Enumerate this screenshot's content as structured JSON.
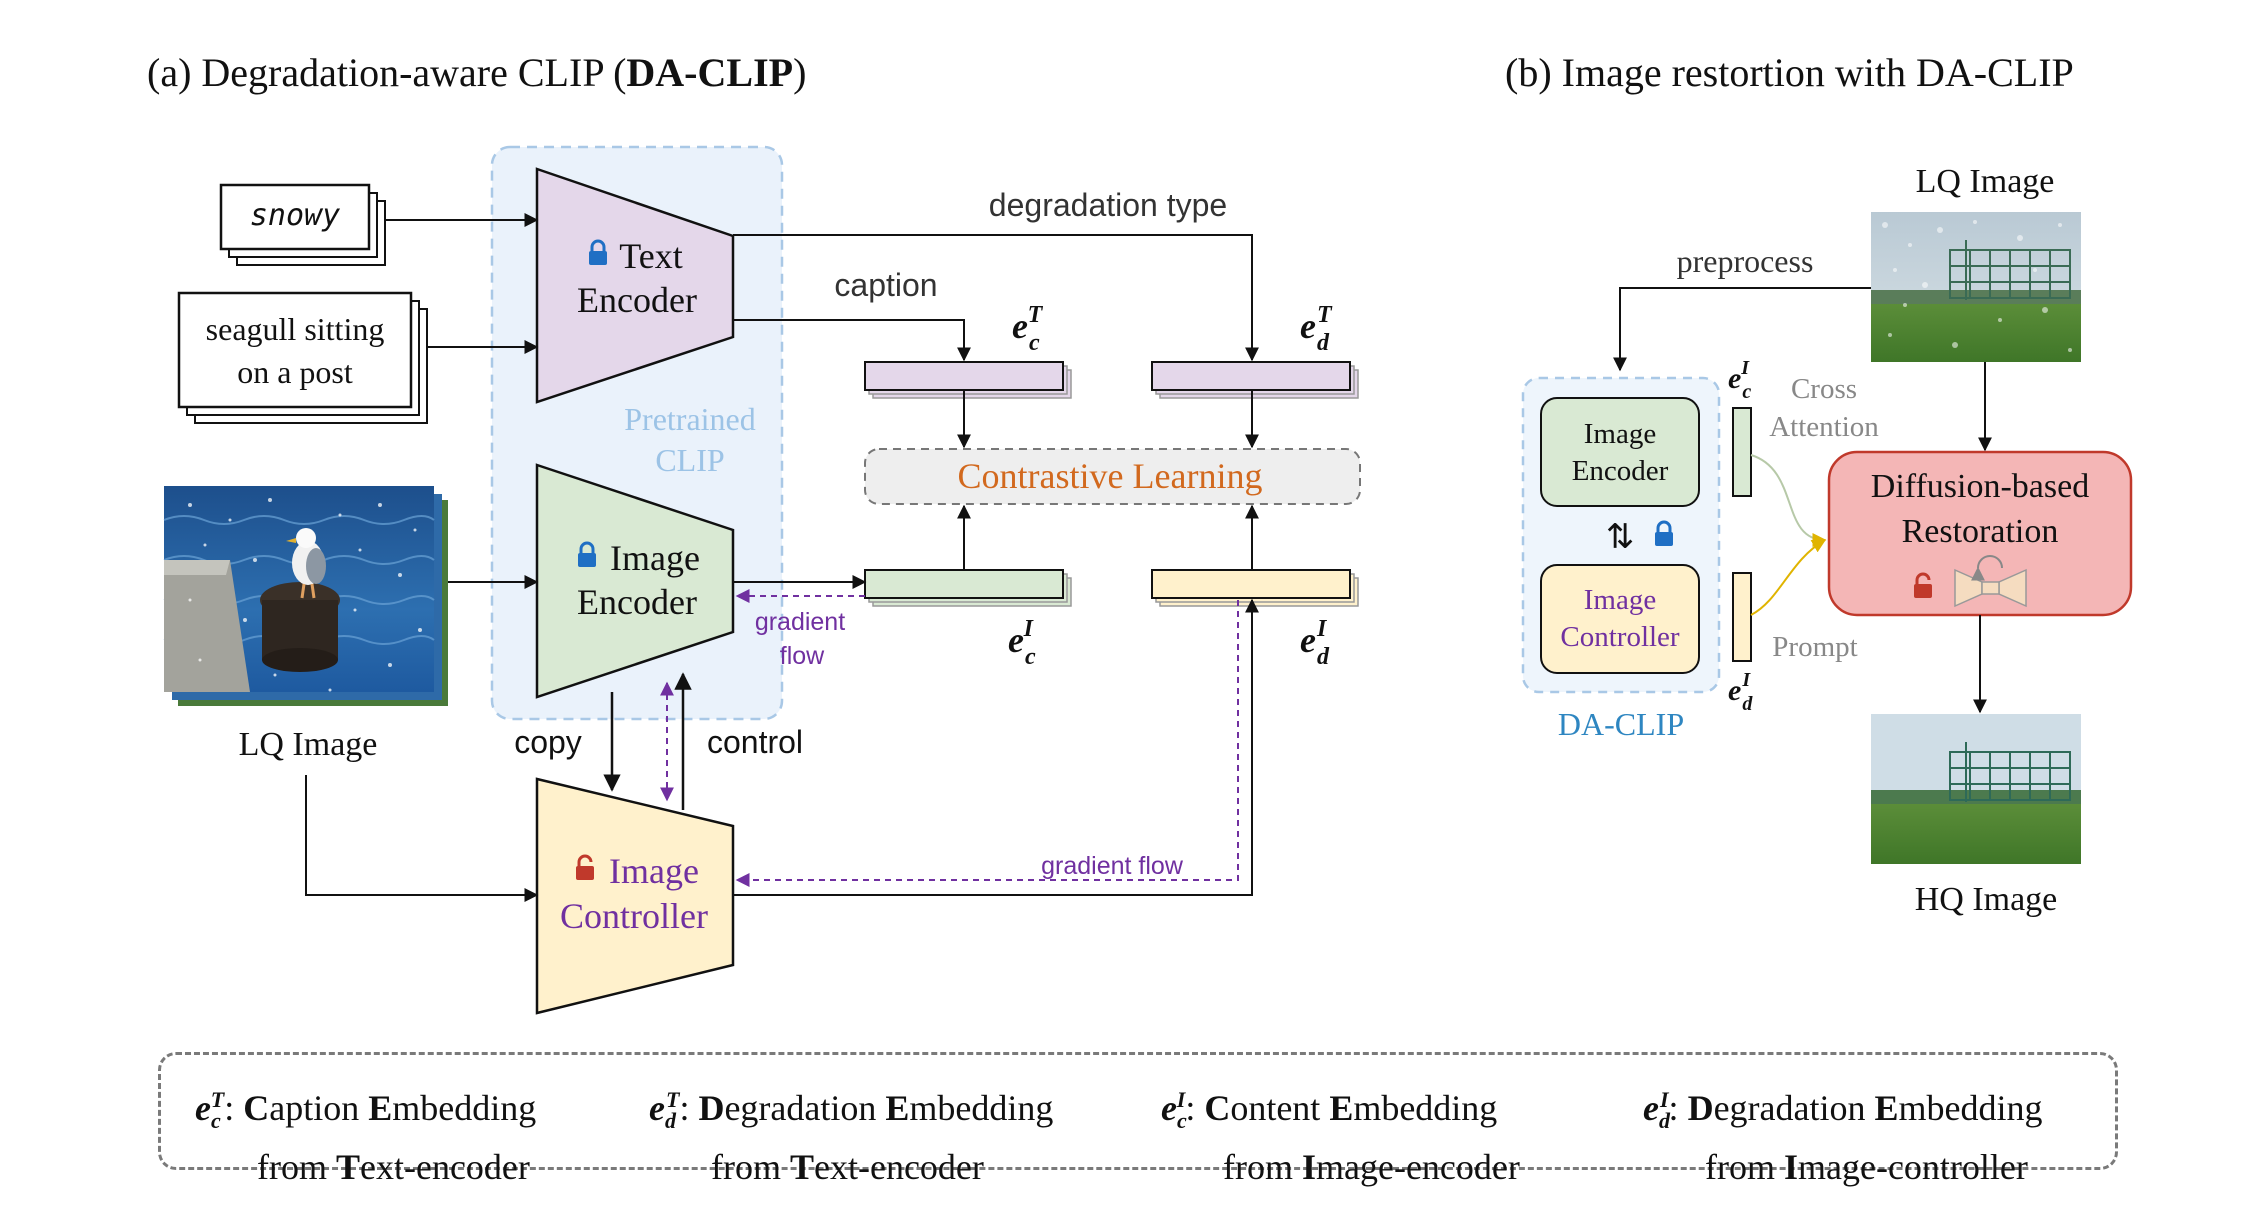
{
  "panel_a": {
    "title_prefix": "(a) Degradation-aware CLIP (",
    "title_bold": "DA-CLIP",
    "title_suffix": ")",
    "input_degradation_text": "snowy",
    "input_caption_text_line1": "seagull sitting",
    "input_caption_text_line2": "on a post",
    "input_image_label": "LQ Image",
    "pretrained_label_line1": "Pretrained",
    "pretrained_label_line2": "CLIP",
    "text_encoder_line1": "Text",
    "text_encoder_line2": "Encoder",
    "image_encoder_line1": "Image",
    "image_encoder_line2": "Encoder",
    "image_controller_line1": "Image",
    "image_controller_line2": "Controller",
    "degradation_type_label": "degradation type",
    "caption_label": "caption",
    "contrastive_label": "Contrastive Learning",
    "gradient_flow_label_1_line1": "gradient",
    "gradient_flow_label_1_line2": "flow",
    "gradient_flow_label_2": "gradient flow",
    "copy_label": "copy",
    "control_label": "control",
    "embedding_e": "e",
    "sub_c": "c",
    "sub_d": "d",
    "sup_T": "T",
    "sup_I": "I"
  },
  "panel_b": {
    "title": "(b) Image restortion with DA-CLIP",
    "lq_image_label": "LQ Image",
    "hq_image_label": "HQ Image",
    "preprocess_label": "preprocess",
    "image_encoder_line1": "Image",
    "image_encoder_line2": "Encoder",
    "image_controller_line1": "Image",
    "image_controller_line2": "Controller",
    "daclip_label": "DA-CLIP",
    "cross_attention_line1": "Cross",
    "cross_attention_line2": "Attention",
    "prompt_label": "Prompt",
    "restoration_line1": "Diffusion-based",
    "restoration_line2": "Restoration",
    "swap_symbol": "⇅"
  },
  "legend": [
    {
      "sub": "c",
      "sup": "T",
      "line1_bold": "C",
      "line1_rest": "aption ",
      "line1_bold2": "E",
      "line1_rest2": "mbedding",
      "line2_pre": "from ",
      "line2_bold": "T",
      "line2_rest": "ext-encoder"
    },
    {
      "sub": "d",
      "sup": "T",
      "line1_bold": "D",
      "line1_rest": "egradation ",
      "line1_bold2": "E",
      "line1_rest2": "mbedding",
      "line2_pre": "from ",
      "line2_bold": "T",
      "line2_rest": "ext-encoder"
    },
    {
      "sub": "c",
      "sup": "I",
      "line1_bold": "C",
      "line1_rest": "ontent ",
      "line1_bold2": "E",
      "line1_rest2": "mbedding",
      "line2_pre": "from ",
      "line2_bold": "I",
      "line2_rest": "mage-encoder"
    },
    {
      "sub": "d",
      "sup": "I",
      "line1_bold": "D",
      "line1_rest": "egradation ",
      "line1_bold2": "E",
      "line1_rest2": "mbedding",
      "line2_pre": "from ",
      "line2_bold": "I",
      "line2_rest": "mage-controller"
    }
  ],
  "colors": {
    "text_encoder_fill": "#e4d7ea",
    "image_encoder_fill": "#d9e9d3",
    "controller_fill": "#fff1cc",
    "pretrained_fill": "#eaf2fb",
    "pretrained_text": "#9cc3e6",
    "contrastive_fill": "#eeeeee",
    "contrastive_text": "#d2691e",
    "gradient_purple": "#7030a0",
    "restoration_fill": "#f4b6b6",
    "restoration_border": "#c0392b",
    "daclip_text": "#2e86c1",
    "lock_blue": "#1f6fc4",
    "lock_red": "#c0392b"
  }
}
